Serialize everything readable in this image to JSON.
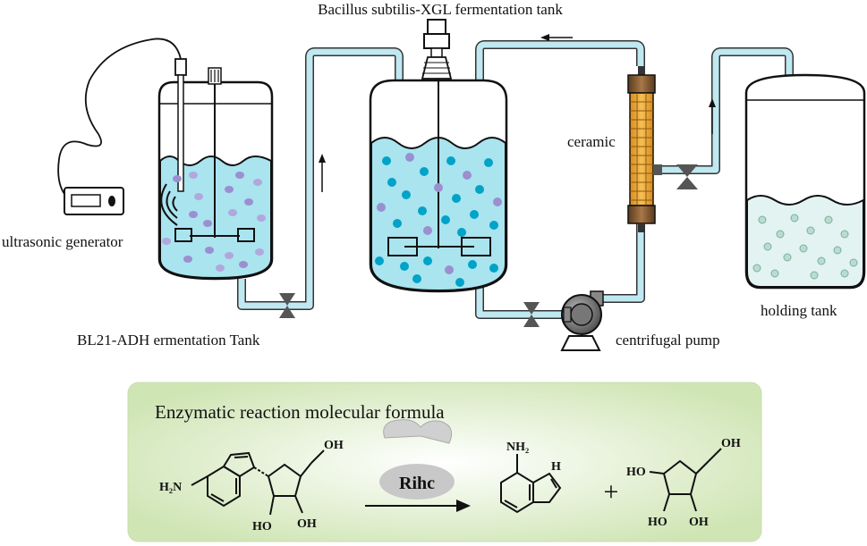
{
  "labels": {
    "tank_top_title": "Bacillus subtilis-XGL fermentation tank",
    "ultrasonic_generator": "ultrasonic generator",
    "left_tank": "BL21-ADH ermentation Tank",
    "ceramic": "ceramic",
    "centrifugal_pump": "centrifugal pump",
    "holding_tank": "holding tank"
  },
  "reaction_panel": {
    "title": "Enzymatic reaction molecular formula",
    "enzyme": "Rihc",
    "plus": "+",
    "substrate_groups": {
      "nh2": "H2N",
      "oh_top": "OH",
      "oh_left": "HO",
      "oh_right": "OH"
    },
    "product1_groups": {
      "nh2": "NH2",
      "nh": "H"
    },
    "product2_groups": {
      "oh_top": "OH",
      "oh_left": "HO",
      "oh_bl": "HO",
      "oh_br": "OH"
    }
  },
  "colors": {
    "liquid": "#a9e4ef",
    "liquid_holding": "#e2f3f2",
    "cell_blue": "#00a3c8",
    "cell_purple": "#9b8fd0",
    "panel_bg": "#dcebc6",
    "ceramic": "#f0a93b",
    "valve": "#555555"
  }
}
